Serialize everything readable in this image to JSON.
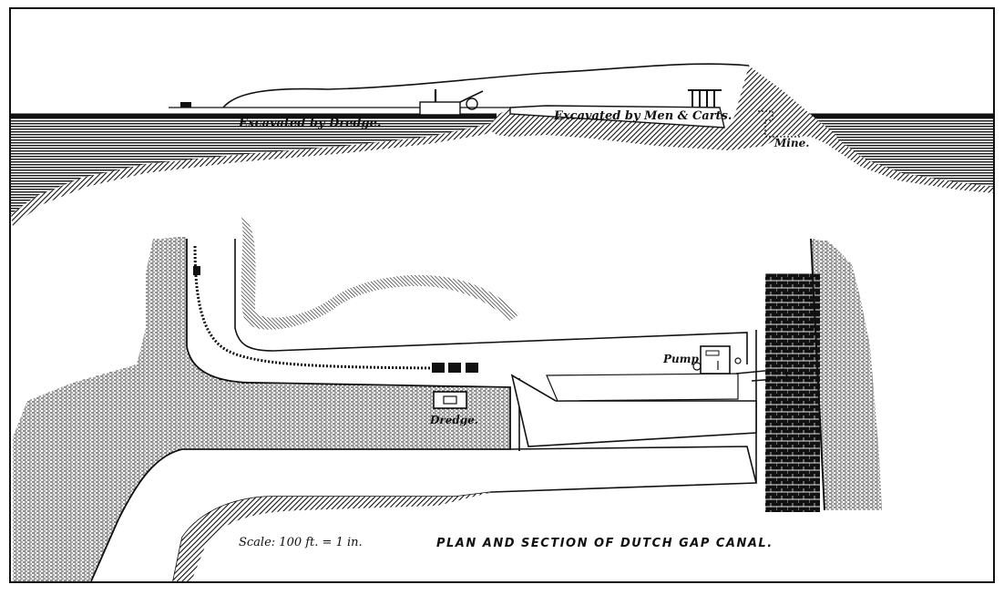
{
  "section": {
    "label_dredge": "Excavated by Dredge.",
    "label_men_carts": "Excavated by Men & Carts.",
    "label_mine": "Mine."
  },
  "plan": {
    "label_pump": "Pump",
    "label_dredge": "Dredge."
  },
  "footer": {
    "scale": "Scale: 100 ft. = 1 in.",
    "title": "PLAN AND SECTION OF DUTCH GAP CANAL."
  },
  "colors": {
    "ink": "#111111",
    "paper": "#ffffff"
  }
}
